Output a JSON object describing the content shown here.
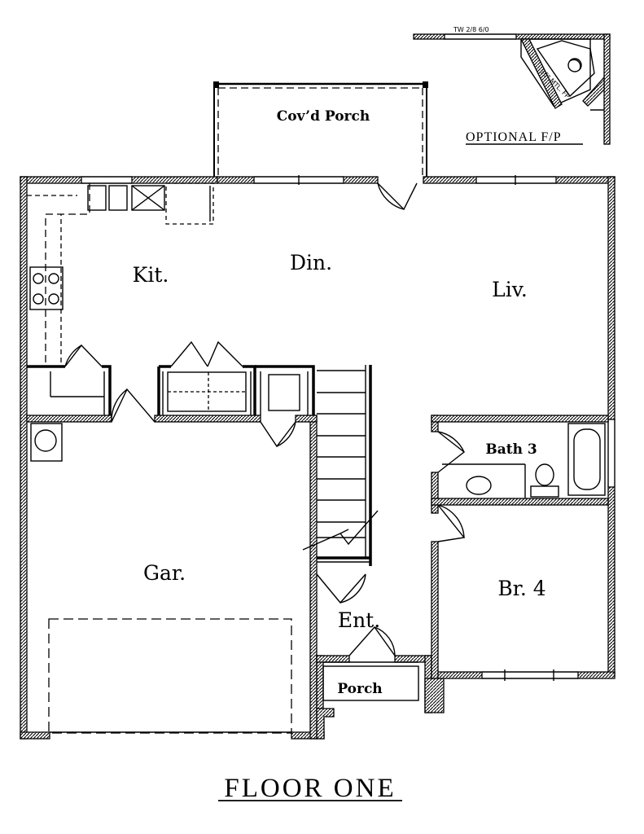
{
  "plan": {
    "title": "FLOOR ONE",
    "rooms": {
      "covd_porch": "Cov’d Porch",
      "kitchen": "Kit.",
      "dining": "Din.",
      "living": "Liv.",
      "bath3": "Bath 3",
      "garage": "Gar.",
      "bedroom4": "Br. 4",
      "entry": "Ent.",
      "porch": "Porch"
    },
    "optional_fireplace": {
      "label": "OPTIONAL F/P",
      "window_note": "TW 2/8 6/0",
      "fireplace_note": "36\" MTL. FP"
    }
  }
}
